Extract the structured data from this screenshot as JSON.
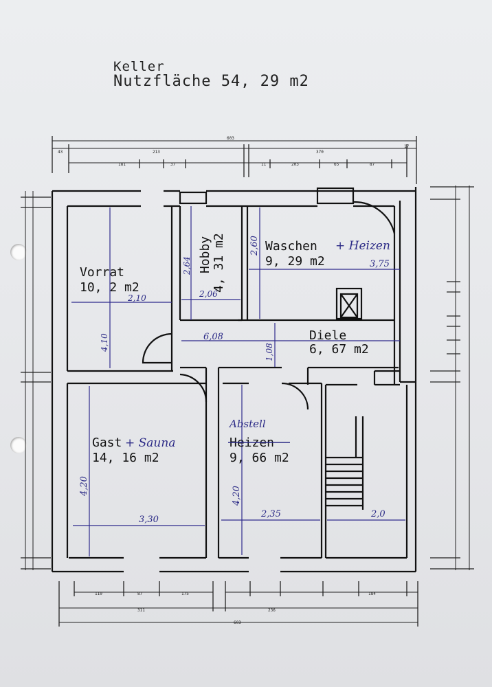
{
  "header": {
    "line1": "Keller",
    "line2": "Nutzfläche 54, 29 m2"
  },
  "rooms": {
    "vorrat": {
      "name": "Vorrat",
      "area": "10, 2 m2"
    },
    "hobby": {
      "name": "Hobby",
      "area": "4, 31 m2"
    },
    "waschen": {
      "name": "Waschen",
      "note": "+ Heizen",
      "area": "9, 29 m2"
    },
    "diele": {
      "name": "Diele",
      "area": "6, 67 m2"
    },
    "gast": {
      "name": "Gast",
      "note": "+ Sauna",
      "area": "14, 16 m2"
    },
    "heizen": {
      "name": "Heizen",
      "note": "Abstell",
      "area": "9, 66 m2"
    }
  },
  "hand_dims": {
    "vorrat_w": "2,10",
    "vorrat_h": "4,10",
    "hobby_w": "2,06",
    "hobby_h": "2,64",
    "waschen_w": "3,75",
    "waschen_h": "2,60",
    "diele_w": "6,08",
    "diele_h": "1,08",
    "gast_w": "3,30",
    "gast_h": "4,20",
    "heizen_w": "2,35",
    "heizen_h": "4,20",
    "stair_w": "2,0"
  }
}
